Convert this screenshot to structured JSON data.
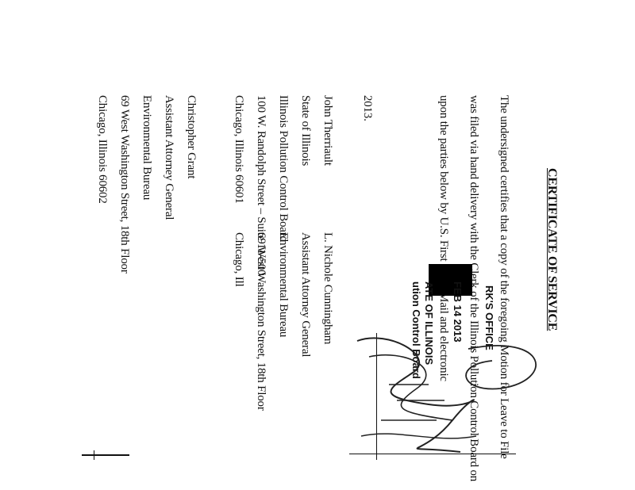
{
  "doc": {
    "heading": "CERTIFICATE OF SERVICE",
    "body_line1": "The undersigned certifies that a copy of the foregoing Motion for Leave to File",
    "body_line2": "was filed via hand delivery with the Clerk of the Illinois Pollution Control Board on",
    "body_line3": "upon the parties below by U.S. First Class Mail and electronic",
    "year": "2013.",
    "stamp": {
      "line1": "RK'S OFFICE",
      "line2": "FEB 14 2013",
      "line3": "ATE OF ILLINOIS",
      "line4": "ution Control Board"
    },
    "left_party": [
      "John Therriault",
      "State of Illinois",
      "Illinois Pollution Control Board",
      "100 W. Randolph Street – Suite 11-500",
      "Chicago, Illinois 60601"
    ],
    "right_party": [
      "L. Nichole Cunningham",
      "Assistant Attorney General",
      "Environmental Bureau",
      "69 West Washington Street, 18th Floor",
      "Chicago, Ill"
    ],
    "bottom_party": [
      "Christopher Grant",
      "Assistant Attorney General",
      "Environmental Bureau",
      "69 West Washington Street, 18th Floor",
      "Chicago, Illinois 60602"
    ]
  }
}
